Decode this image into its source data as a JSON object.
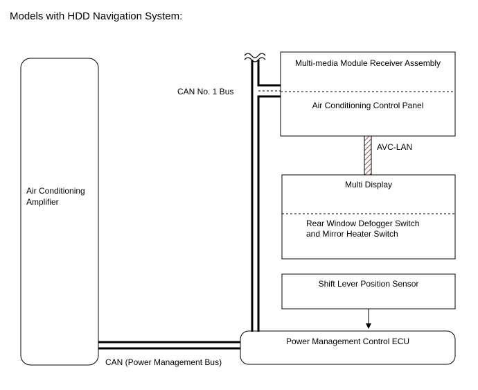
{
  "title": "Models with HDD Navigation System:",
  "components": {
    "ac_amplifier": [
      "Air Conditioning",
      "Amplifier"
    ],
    "mm_receiver": "Multi-media Module Receiver Assembly",
    "ac_control_panel": "Air Conditioning Control Panel",
    "multi_display": "Multi Display",
    "rear_defogger": [
      "Rear Window Defogger Switch",
      "and Mirror Heater Switch"
    ],
    "shift_sensor": "Shift Lever Position Sensor",
    "power_ecu": "Power Management Control ECU"
  },
  "buses": {
    "can1": "CAN No. 1 Bus",
    "avc_lan": "AVC-LAN",
    "can_pm": "CAN (Power Management Bus)"
  }
}
